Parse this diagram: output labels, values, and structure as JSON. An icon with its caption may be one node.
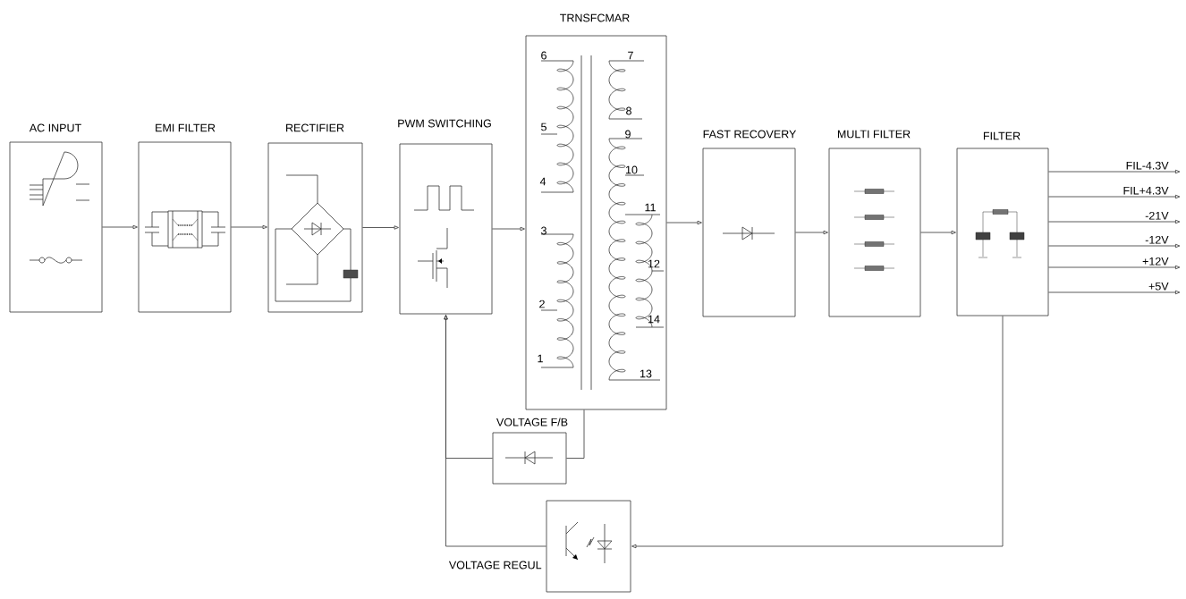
{
  "diagram": {
    "nodes": [
      {
        "text": [
          "AC INPUT"
        ]
      },
      {
        "text": [
          "EMI FILTER"
        ]
      },
      {
        "text": [
          "RECTIFIER"
        ]
      },
      {
        "text": [
          "PWM SWITCHING"
        ]
      },
      {
        "text": [
          "TRNSFCMAR"
        ]
      },
      {
        "text": [
          "FAST RECOVERY"
        ]
      },
      {
        "text": [
          "MULTI FILTER"
        ]
      },
      {
        "text": [
          "FILTER"
        ]
      },
      {
        "text": [
          "VOLTAGE F/B"
        ]
      },
      {
        "text": [
          "VOLTAGE REGUL"
        ]
      }
    ],
    "edges": [
      {
        "from": 0,
        "to": 1,
        "arrow": "to"
      },
      {
        "from": 1,
        "to": 2,
        "arrow": "to"
      },
      {
        "from": 2,
        "to": 3,
        "arrow": "to"
      },
      {
        "from": 3,
        "to": 4,
        "arrow": "to"
      },
      {
        "from": 4,
        "to": 5,
        "arrow": "to"
      },
      {
        "from": 5,
        "to": 6,
        "arrow": "to"
      },
      {
        "from": 6,
        "to": 7,
        "arrow": "to"
      },
      {
        "from": 7,
        "to": null,
        "arrow": "to",
        "label": "FIL-4.3V"
      },
      {
        "from": 7,
        "to": null,
        "arrow": "to",
        "label": "FIL+4.3V"
      },
      {
        "from": 7,
        "to": null,
        "arrow": "to",
        "label": "-21V"
      },
      {
        "from": 7,
        "to": null,
        "arrow": "to",
        "label": "-12V"
      },
      {
        "from": 7,
        "to": null,
        "arrow": "to",
        "label": "+12V"
      },
      {
        "from": 7,
        "to": null,
        "arrow": "to",
        "label": "+5V"
      },
      {
        "from": 4,
        "to": 8,
        "arrow": "none"
      },
      {
        "from": 8,
        "to": 3,
        "arrow": "to"
      },
      {
        "from": 7,
        "to": 9,
        "arrow": "to"
      },
      {
        "from": 9,
        "to": 3,
        "arrow": "to"
      }
    ],
    "labels": [
      "6",
      "7",
      "8",
      "5",
      "9",
      "10",
      "4",
      "11",
      "3",
      "12",
      "2",
      "14",
      "1",
      "13"
    ]
  }
}
